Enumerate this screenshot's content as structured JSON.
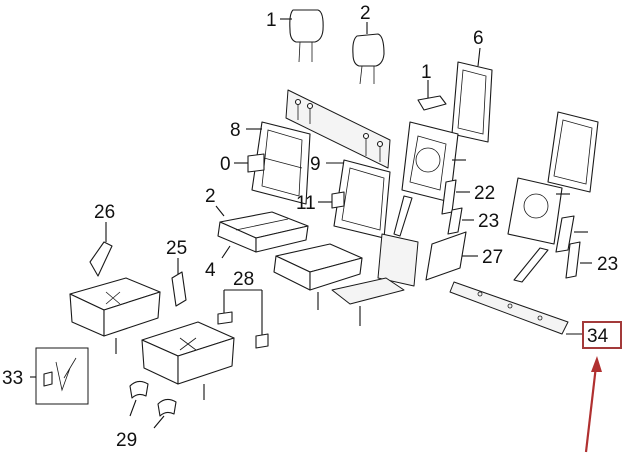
{
  "callouts": {
    "c1_top": "1",
    "c2_top": "2",
    "c6": "6",
    "c1_mid": "1",
    "c8": "8",
    "c0": "0",
    "c9": "9",
    "c11": "11",
    "c2_left": "2",
    "c4": "4",
    "c22": "22",
    "c23_a": "23",
    "c27": "27",
    "c23_b": "23",
    "c26": "26",
    "c25": "25",
    "c28": "28",
    "c33": "33",
    "c29": "29",
    "c34": "34"
  },
  "colors": {
    "line": "#1a1a1a",
    "highlight_box": "#a33a3a",
    "arrow": "#b03030",
    "background": "#ffffff"
  }
}
